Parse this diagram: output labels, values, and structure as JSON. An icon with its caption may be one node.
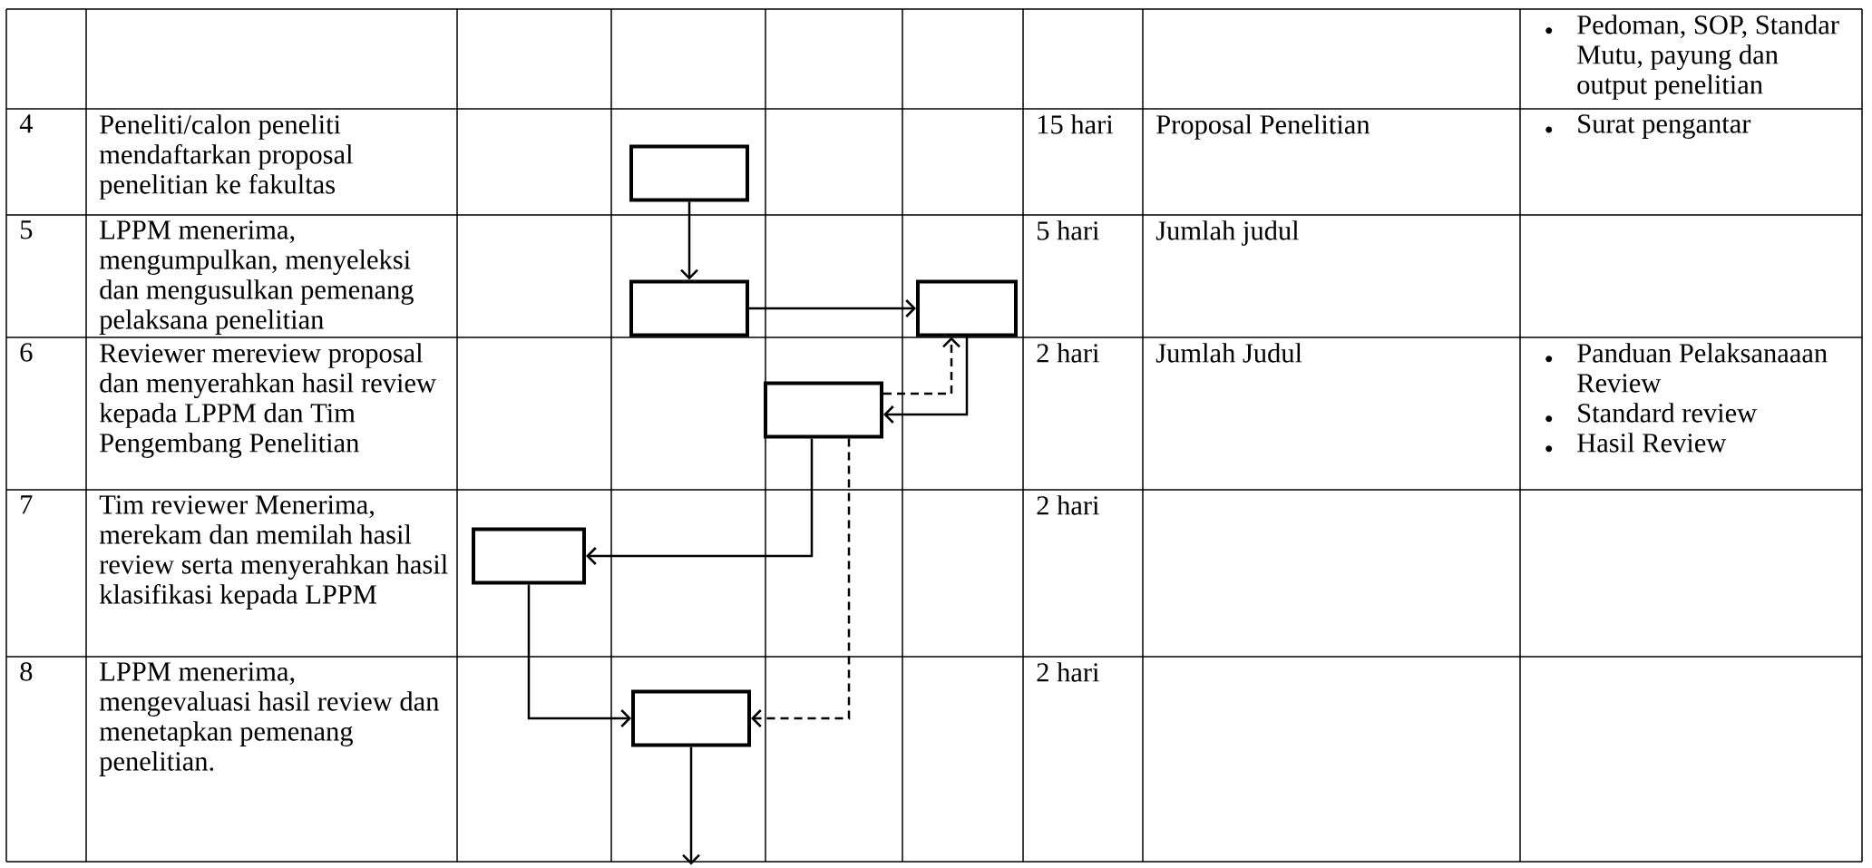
{
  "diagram": {
    "nodes": [
      {
        "text": [],
        "shape": "box"
      },
      {
        "text": [],
        "shape": "box"
      },
      {
        "text": [],
        "shape": "box"
      },
      {
        "text": [],
        "shape": "box"
      },
      {
        "text": [],
        "shape": "box"
      },
      {
        "text": [],
        "shape": "box"
      }
    ],
    "edges": [
      {
        "from": 0,
        "to": 1,
        "arrow": "to"
      },
      {
        "from": 1,
        "to": 2,
        "arrow": "to"
      },
      {
        "from": 2,
        "to": 3,
        "arrow": "to"
      },
      {
        "from": 3,
        "to": 2,
        "arrow": "to",
        "style": "dashed"
      },
      {
        "from": 3,
        "to": 4,
        "arrow": "to"
      },
      {
        "from": 4,
        "to": 5,
        "arrow": "to"
      },
      {
        "from": 3,
        "to": 5,
        "arrow": "to",
        "style": "dashed"
      },
      {
        "from": 5,
        "to": null,
        "arrow": "to"
      }
    ],
    "labels": [
      "Pedoman, SOP, Standar Mutu, payung dan output penelitian",
      "4",
      "Peneliti/calon peneliti mendaftarkan proposal penelitian ke fakultas",
      "15 hari",
      "Proposal Penelitian",
      "Surat pengantar",
      "5",
      "LPPM menerima, mengumpulkan, menyeleksi dan mengusulkan pemenang pelaksana penelitian",
      "5 hari",
      "Jumlah judul",
      "6",
      "Reviewer mereview proposal dan menyerahkan hasil review kepada LPPM dan Tim Pengembang Penelitian",
      "2 hari",
      "Jumlah Judul",
      "Panduan Pelaksanaaan Review",
      "Standard review",
      "Hasil Review",
      "7",
      "Tim reviewer Menerima, merekam dan memilah hasil review serta menyerahkan hasil klasifikasi kepada LPPM",
      "2 hari",
      "8",
      "LPPM menerima, mengevaluasi hasil review dan menetapkan pemenang penelitian.",
      "2 hari"
    ]
  }
}
